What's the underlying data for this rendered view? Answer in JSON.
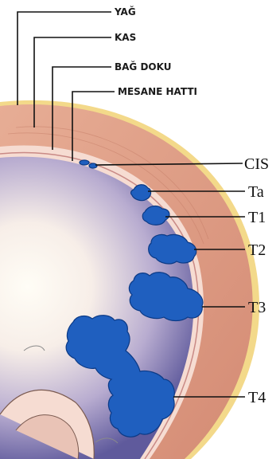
{
  "layer_labels": {
    "fat": "YAĞ",
    "muscle": "KAS",
    "connective": "BAĞ DOKU",
    "lining": "MESANE HATTI"
  },
  "stage_labels": {
    "cis": "CIS",
    "ta": "Ta",
    "t1": "T1",
    "t2": "T2",
    "t3": "T3",
    "t4": "T4"
  },
  "colors": {
    "fat_layer": "#f3d98a",
    "muscle_layer": "#e0a084",
    "connective_layer": "#f6dcd2",
    "lumen_center": "#fffdf6",
    "lumen_edge": "#5f5a9c",
    "tumor": "#1f5fbf"
  },
  "icons": {
    "tumor": "tumor-blob-icon"
  }
}
